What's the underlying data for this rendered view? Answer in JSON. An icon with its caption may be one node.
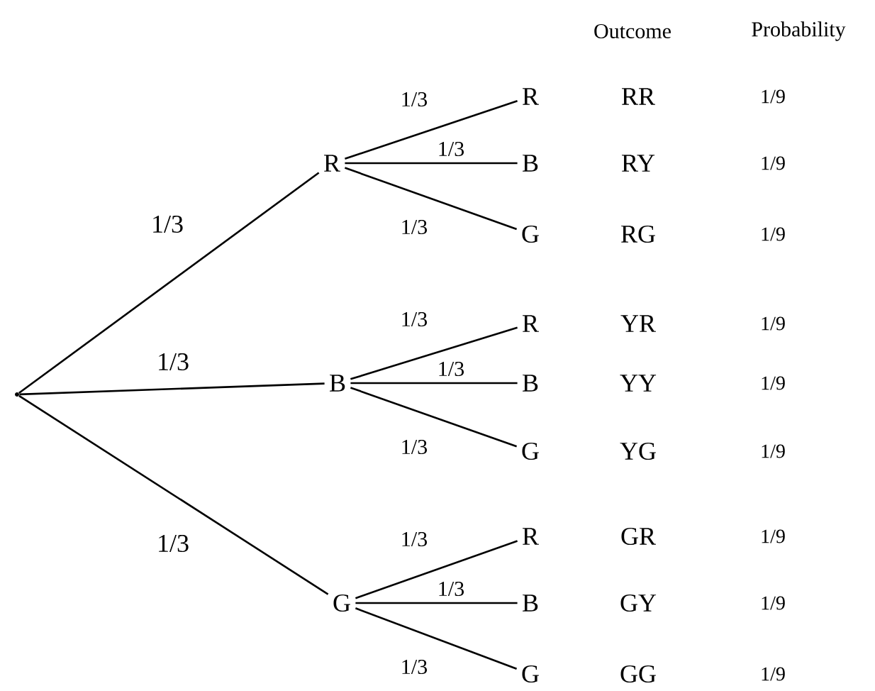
{
  "diagram": {
    "nodes": [
      {
        "text": [],
        "shape": "point"
      },
      {
        "text": [
          "R"
        ]
      },
      {
        "text": [
          "B"
        ]
      },
      {
        "text": [
          "G"
        ]
      },
      {
        "text": [
          "R"
        ]
      },
      {
        "text": [
          "B"
        ]
      },
      {
        "text": [
          "G"
        ]
      },
      {
        "text": [
          "R"
        ]
      },
      {
        "text": [
          "B"
        ]
      },
      {
        "text": [
          "G"
        ]
      },
      {
        "text": [
          "R"
        ]
      },
      {
        "text": [
          "B"
        ]
      },
      {
        "text": [
          "G"
        ]
      }
    ],
    "edges": [
      {
        "from": 0,
        "to": 1,
        "arrow": "none",
        "label": "1/3"
      },
      {
        "from": 0,
        "to": 2,
        "arrow": "none",
        "label": "1/3"
      },
      {
        "from": 0,
        "to": 3,
        "arrow": "none",
        "label": "1/3"
      },
      {
        "from": 1,
        "to": 4,
        "arrow": "none",
        "label": "1/3"
      },
      {
        "from": 1,
        "to": 5,
        "arrow": "none",
        "label": "1/3"
      },
      {
        "from": 1,
        "to": 6,
        "arrow": "none",
        "label": "1/3"
      },
      {
        "from": 2,
        "to": 7,
        "arrow": "none",
        "label": "1/3"
      },
      {
        "from": 2,
        "to": 8,
        "arrow": "none",
        "label": "1/3"
      },
      {
        "from": 2,
        "to": 9,
        "arrow": "none",
        "label": "1/3"
      },
      {
        "from": 3,
        "to": 10,
        "arrow": "none",
        "label": "1/3"
      },
      {
        "from": 3,
        "to": 11,
        "arrow": "none",
        "label": "1/3"
      },
      {
        "from": 3,
        "to": 12,
        "arrow": "none",
        "label": "1/3"
      }
    ],
    "labels": [
      "Outcome",
      "Probability",
      "RR",
      "1/9",
      "RY",
      "1/9",
      "RG",
      "1/9",
      "YR",
      "1/9",
      "YY",
      "1/9",
      "YG",
      "1/9",
      "GR",
      "1/9",
      "GY",
      "1/9",
      "GG",
      "1/9"
    ]
  }
}
